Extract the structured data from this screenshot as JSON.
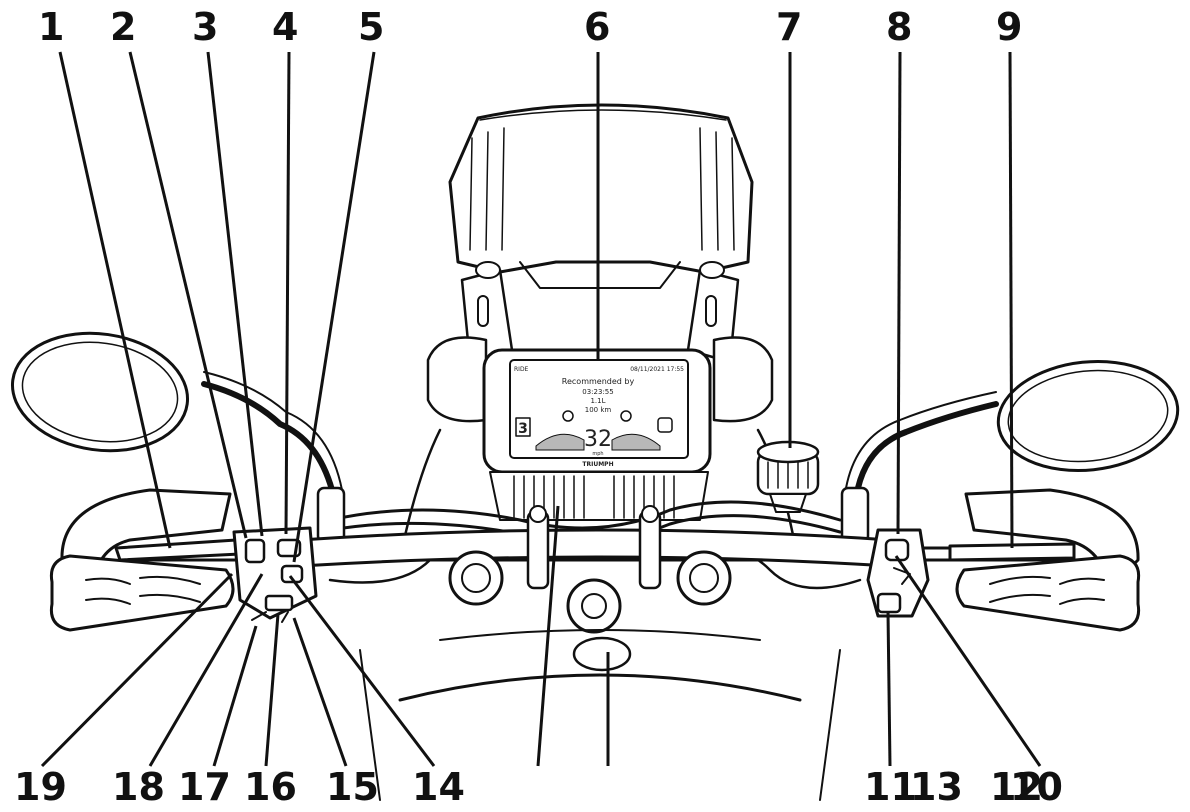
{
  "callouts_top": [
    {
      "id": "callout-1",
      "label": "1"
    },
    {
      "id": "callout-2",
      "label": "2"
    },
    {
      "id": "callout-3",
      "label": "3"
    },
    {
      "id": "callout-4",
      "label": "4"
    },
    {
      "id": "callout-5",
      "label": "5"
    },
    {
      "id": "callout-6",
      "label": "6"
    },
    {
      "id": "callout-7",
      "label": "7"
    },
    {
      "id": "callout-8",
      "label": "8"
    },
    {
      "id": "callout-9",
      "label": "9"
    }
  ],
  "callouts_bottom": [
    {
      "id": "callout-19",
      "label": "19"
    },
    {
      "id": "callout-18",
      "label": "18"
    },
    {
      "id": "callout-17",
      "label": "17"
    },
    {
      "id": "callout-16",
      "label": "16"
    },
    {
      "id": "callout-15",
      "label": "15"
    },
    {
      "id": "callout-14",
      "label": "14"
    },
    {
      "id": "callout-11",
      "label": "11"
    },
    {
      "id": "callout-13",
      "label": "13"
    },
    {
      "id": "callout-12",
      "label": "12"
    },
    {
      "id": "callout-10",
      "label": "10"
    }
  ],
  "display": {
    "top_left": "RIDE",
    "top_right": "08/11/2021 17:55",
    "heading": "Recommended by",
    "line1": "03:23:55",
    "line2": "1.1L",
    "line3": "100 km",
    "gear": "3",
    "speed": "32",
    "speed_unit": "mph",
    "brand": "TRIUMPH"
  }
}
